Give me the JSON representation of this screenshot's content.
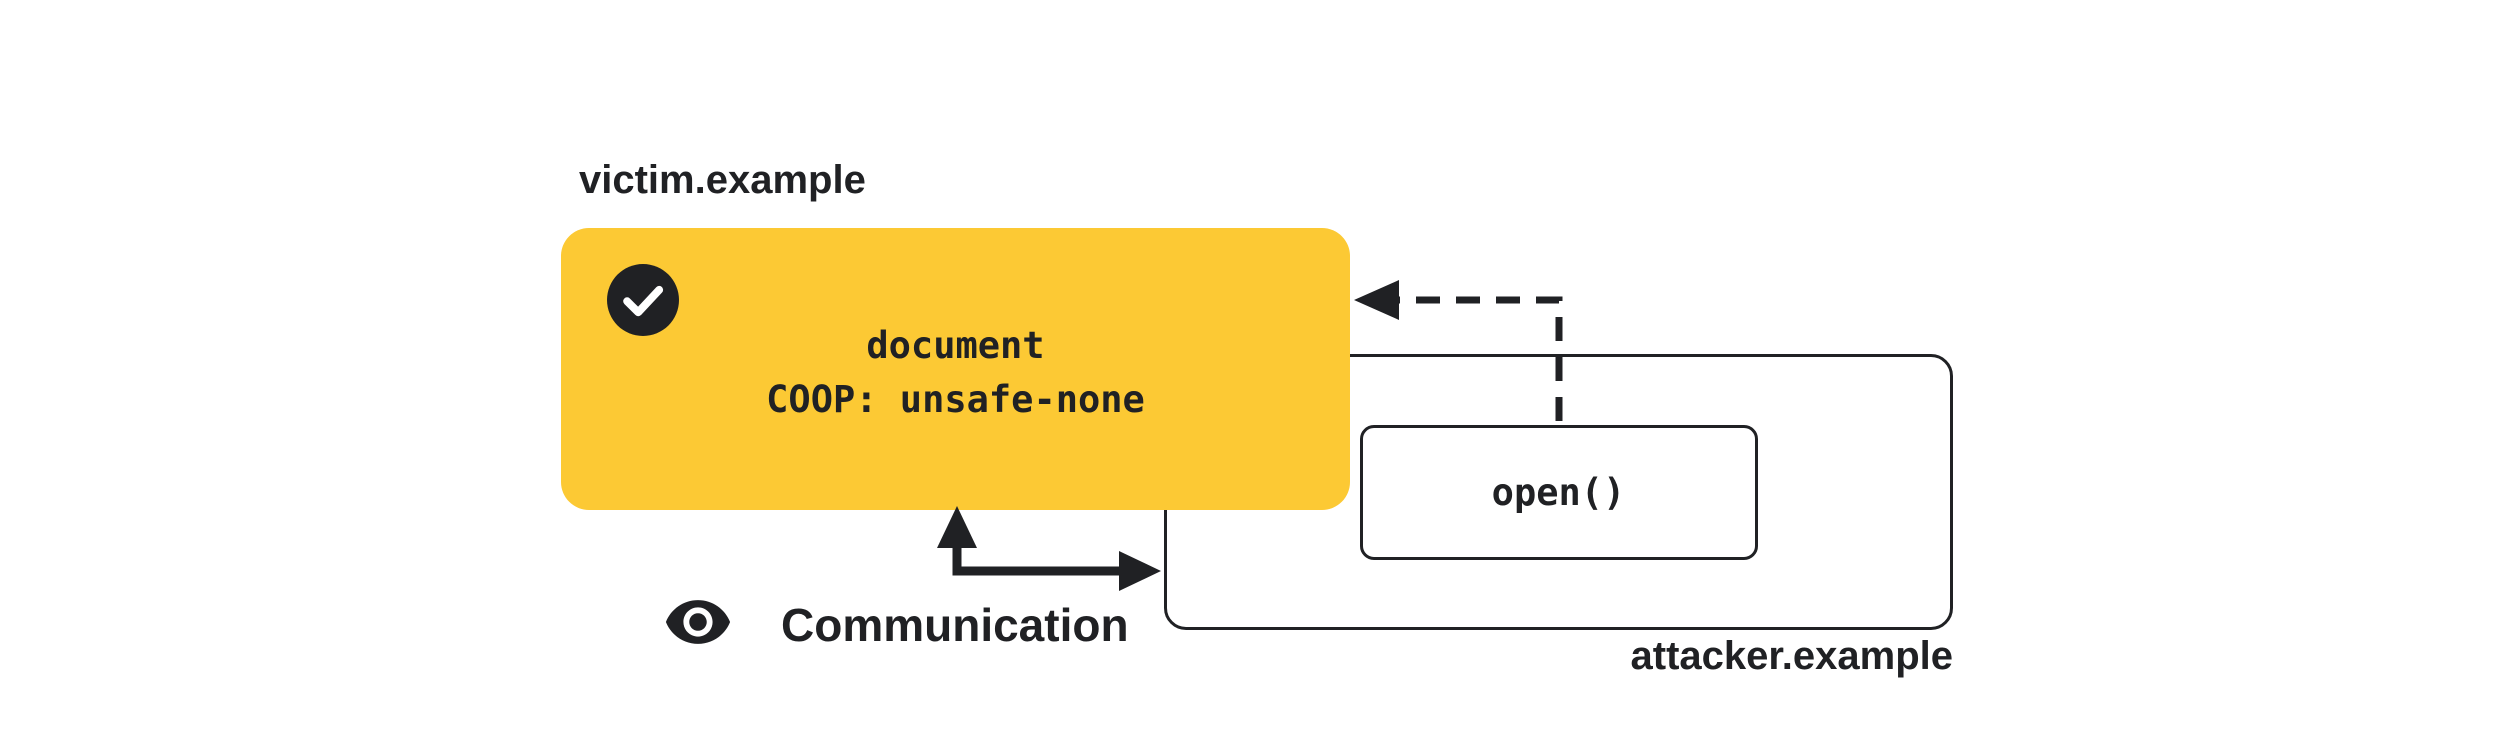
{
  "colors": {
    "background": "#FFFFFF",
    "victim_box": "#FCC934",
    "ink": "#202124"
  },
  "victim": {
    "domain_label": "victim.example",
    "box_line1": "document",
    "box_line2": "COOP: unsafe-none"
  },
  "attacker": {
    "domain_label": "attacker.example",
    "open_label": "open()"
  },
  "communication": {
    "label": "Communication"
  },
  "icons": {
    "victim_status": "check-circle-icon",
    "communication": "eye-icon",
    "opener_arrow": "dashed-left-elbow-arrow",
    "communication_arrow": "solid-bidirectional-elbow-arrow"
  }
}
